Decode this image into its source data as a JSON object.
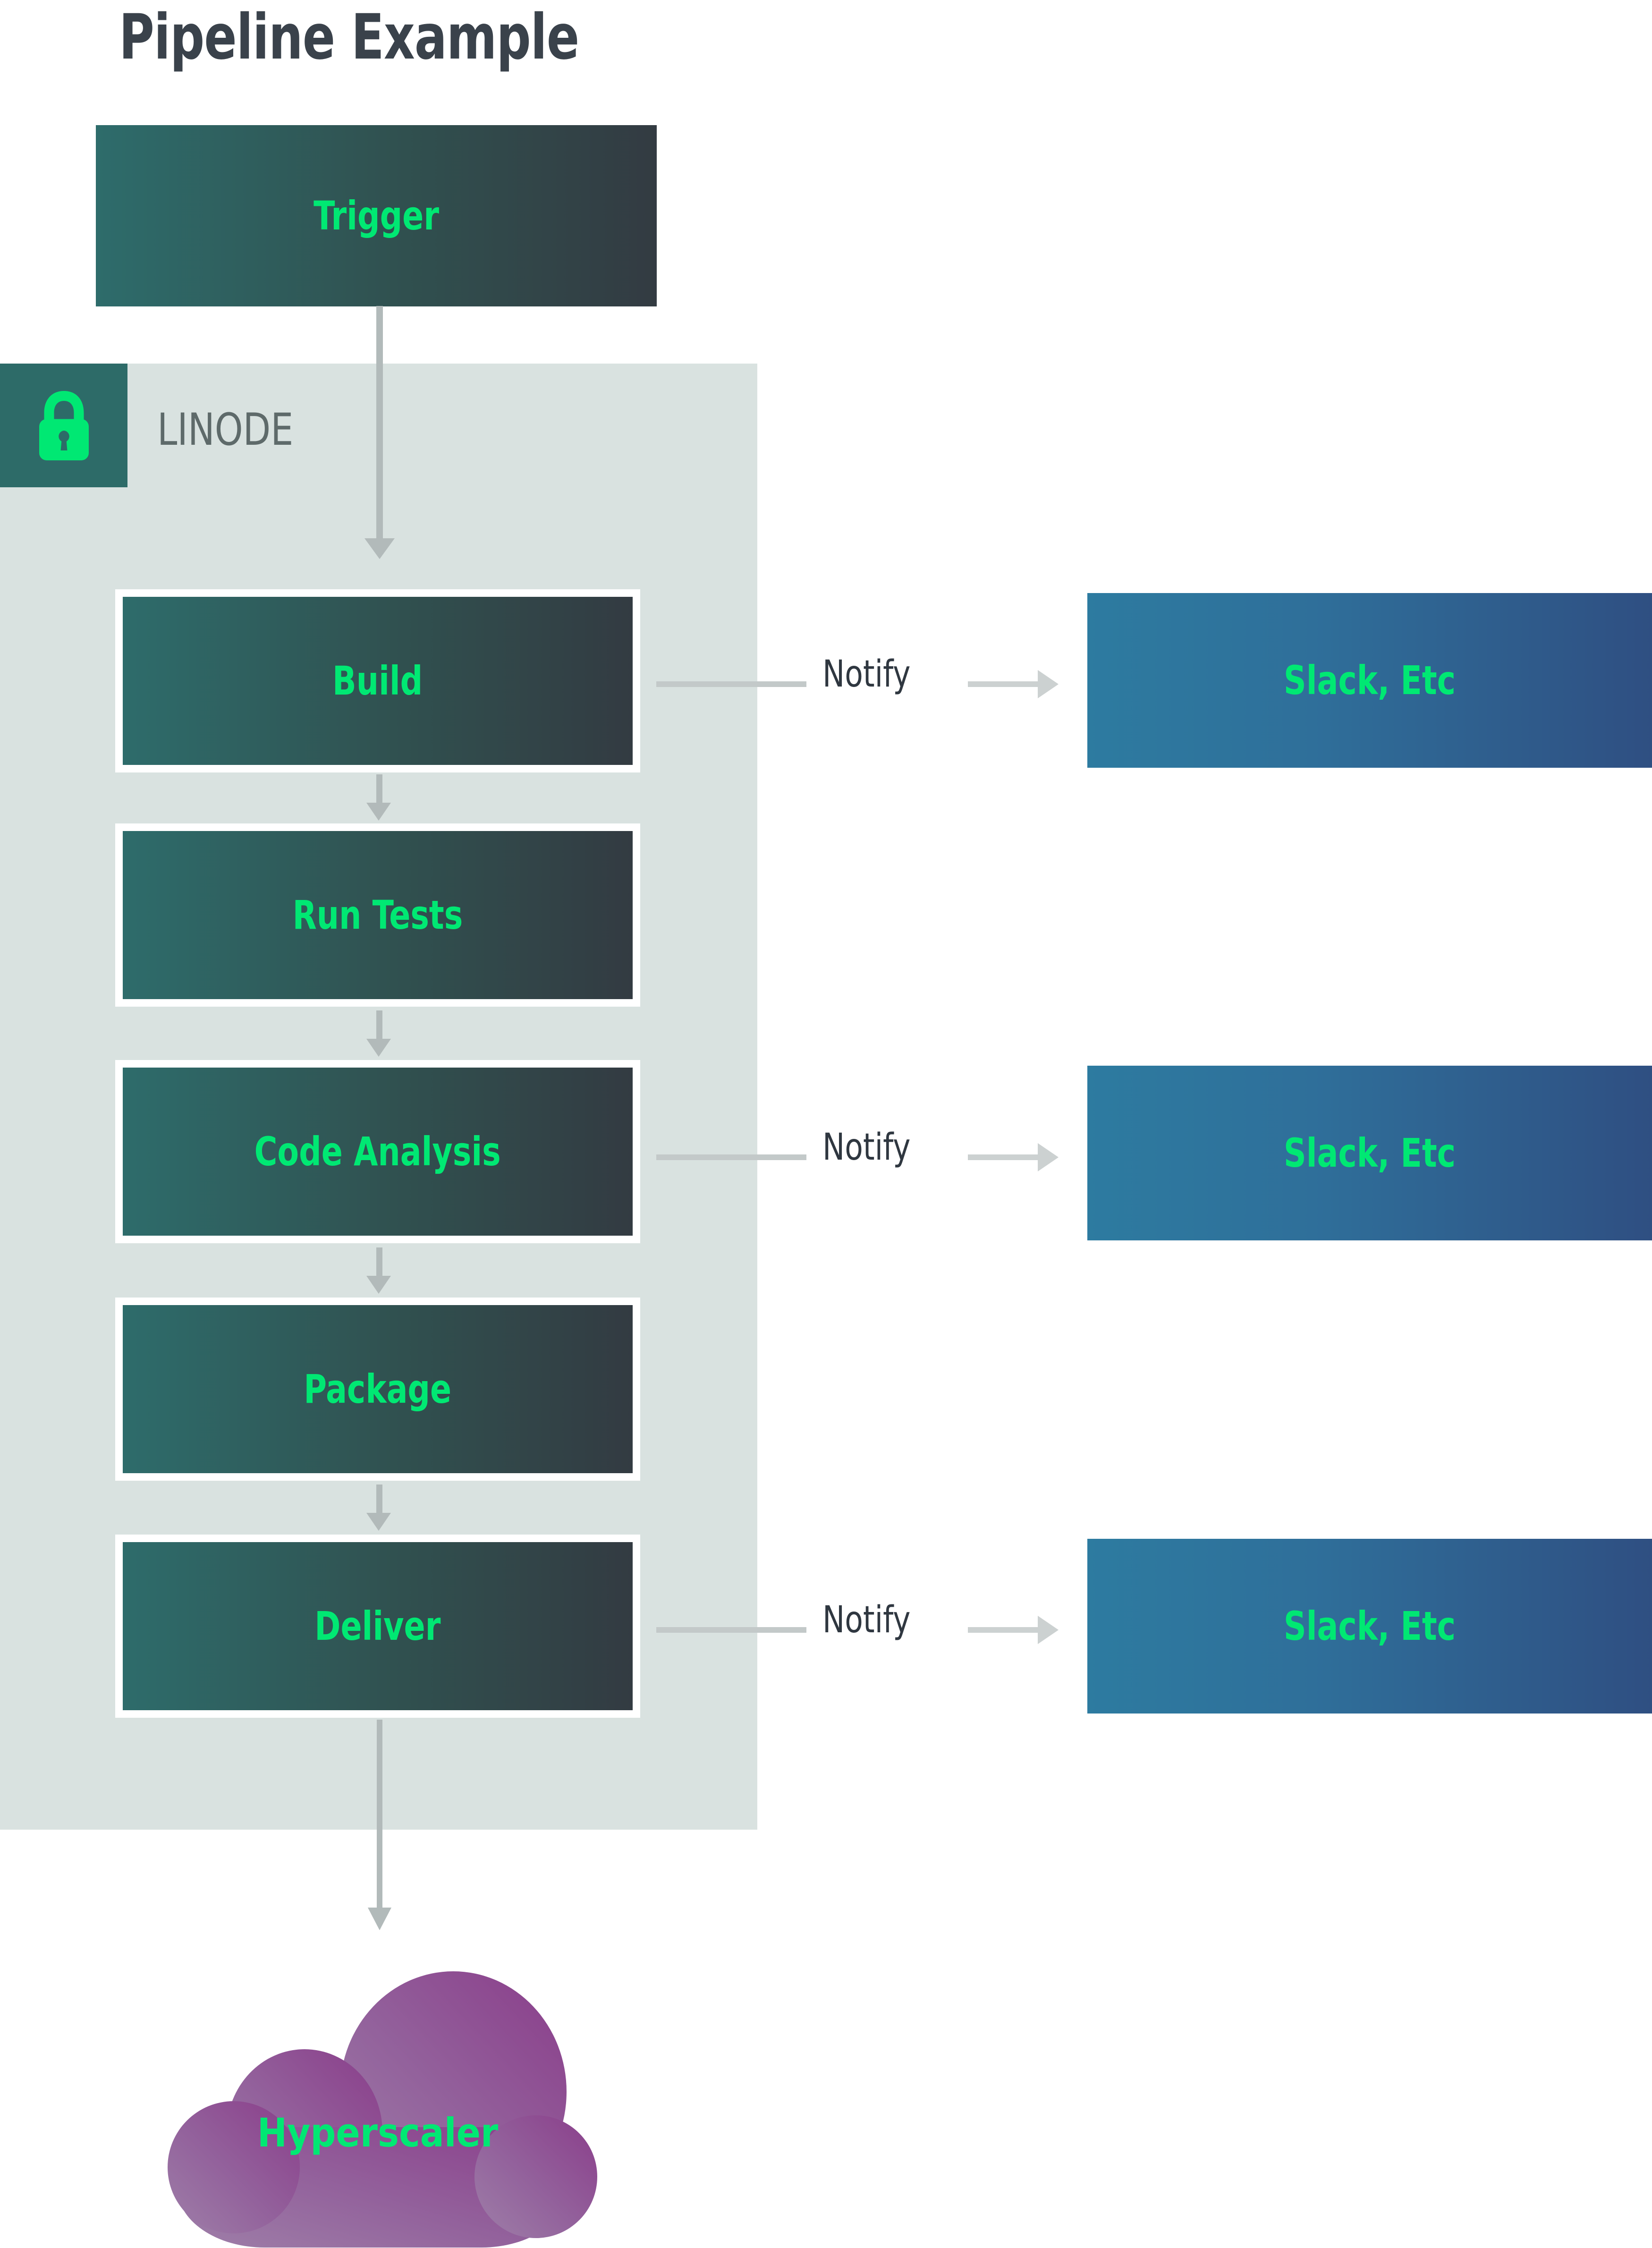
{
  "title": "Pipeline Example",
  "colors": {
    "accent_green": "#00e873",
    "title_slate": "#3a424b",
    "zone_bg": "#d9e2e0",
    "lock_badge_bg": "#2d6b68",
    "stage_gradient_from": "#2e6c6b",
    "stage_gradient_to": "#333b42",
    "notify_gradient_from": "#2d7ba0",
    "notify_gradient_to": "#2f4f82",
    "cloud_gradient_from": "#9a77a5",
    "cloud_gradient_to": "#8e3f8c",
    "arrow_gray": "#b2baba",
    "linode_label_gray": "#5e6a6a"
  },
  "zone": {
    "label": "LINODE",
    "icon": "lock-icon"
  },
  "trigger": {
    "label": "Trigger"
  },
  "stages": [
    {
      "id": "build",
      "label": "Build"
    },
    {
      "id": "run-tests",
      "label": "Run Tests"
    },
    {
      "id": "code-analysis",
      "label": "Code Analysis"
    },
    {
      "id": "package",
      "label": "Package"
    },
    {
      "id": "deliver",
      "label": "Deliver"
    }
  ],
  "notifications": [
    {
      "edge_label": "Notify",
      "target_label": "Slack, Etc",
      "from_stage": "build"
    },
    {
      "edge_label": "Notify",
      "target_label": "Slack, Etc",
      "from_stage": "code-analysis"
    },
    {
      "edge_label": "Notify",
      "target_label": "Slack, Etc",
      "from_stage": "deliver"
    }
  ],
  "cloud": {
    "label": "Hyperscaler"
  },
  "chart_data": {
    "type": "diagram",
    "title": "Pipeline Example",
    "nodes": [
      {
        "id": "trigger",
        "label": "Trigger",
        "shape": "rect",
        "group": null
      },
      {
        "id": "build",
        "label": "Build",
        "shape": "rect",
        "group": "LINODE"
      },
      {
        "id": "run-tests",
        "label": "Run Tests",
        "shape": "rect",
        "group": "LINODE"
      },
      {
        "id": "code-analysis",
        "label": "Code Analysis",
        "shape": "rect",
        "group": "LINODE"
      },
      {
        "id": "package",
        "label": "Package",
        "shape": "rect",
        "group": "LINODE"
      },
      {
        "id": "deliver",
        "label": "Deliver",
        "shape": "rect",
        "group": "LINODE"
      },
      {
        "id": "slack-1",
        "label": "Slack, Etc",
        "shape": "rect",
        "group": null
      },
      {
        "id": "slack-2",
        "label": "Slack, Etc",
        "shape": "rect",
        "group": null
      },
      {
        "id": "slack-3",
        "label": "Slack, Etc",
        "shape": "rect",
        "group": null
      },
      {
        "id": "hyperscaler",
        "label": "Hyperscaler",
        "shape": "cloud",
        "group": null
      }
    ],
    "edges": [
      {
        "from": "trigger",
        "to": "build",
        "label": ""
      },
      {
        "from": "build",
        "to": "run-tests",
        "label": ""
      },
      {
        "from": "run-tests",
        "to": "code-analysis",
        "label": ""
      },
      {
        "from": "code-analysis",
        "to": "package",
        "label": ""
      },
      {
        "from": "package",
        "to": "deliver",
        "label": ""
      },
      {
        "from": "deliver",
        "to": "hyperscaler",
        "label": ""
      },
      {
        "from": "build",
        "to": "slack-1",
        "label": "Notify"
      },
      {
        "from": "code-analysis",
        "to": "slack-2",
        "label": "Notify"
      },
      {
        "from": "deliver",
        "to": "slack-3",
        "label": "Notify"
      }
    ],
    "groups": [
      {
        "id": "linode",
        "label": "LINODE",
        "icon": "lock-icon"
      }
    ]
  }
}
